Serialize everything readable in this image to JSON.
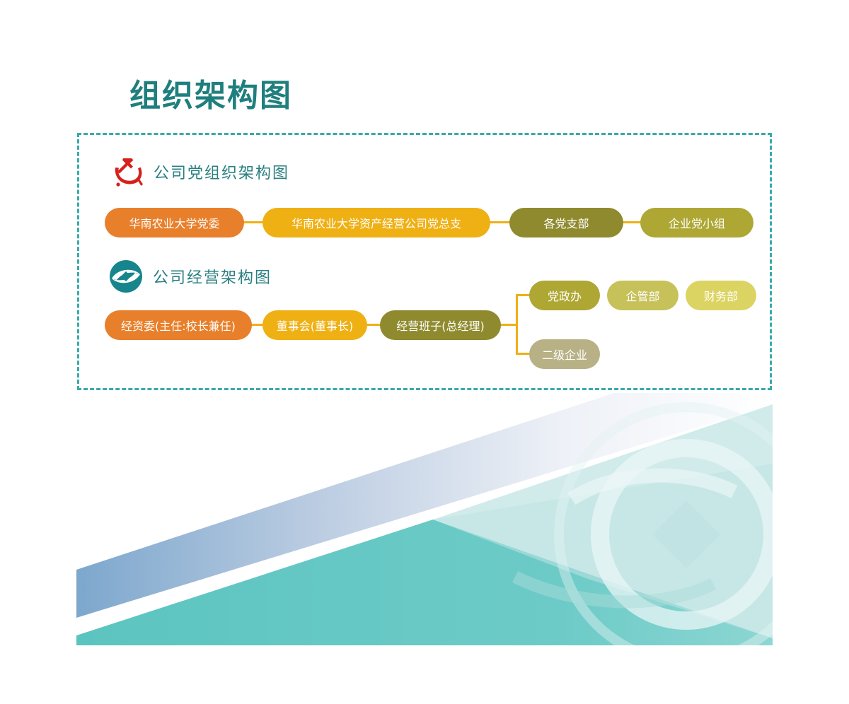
{
  "title": "组织架构图",
  "party_section": {
    "heading": "公司党组织架构图",
    "nodes": [
      "华南农业大学党委",
      "华南农业大学资产经营公司党总支",
      "各党支部",
      "企业党小组"
    ]
  },
  "business_section": {
    "heading": "公司经营架构图",
    "chain": [
      "经资委(主任:校长兼任)",
      "董事会(董事长)",
      "经营班子(总经理)"
    ],
    "branch_top": [
      "党政办",
      "企管部",
      "财务部"
    ],
    "branch_bottom": [
      "二级企业"
    ]
  },
  "colors": {
    "title": "#1f7f7e",
    "frame_border": "#3aaaa8",
    "connector": "#efb014",
    "orange": "#e87f2b",
    "yellow": "#efb014",
    "olive_dark": "#8f8a2e",
    "olive": "#aea734",
    "olive_light": "#c7c15a",
    "yellow_light": "#dcd462",
    "khaki": "#b8b186",
    "party_red": "#d7201d",
    "logo_teal": "#16868c"
  }
}
